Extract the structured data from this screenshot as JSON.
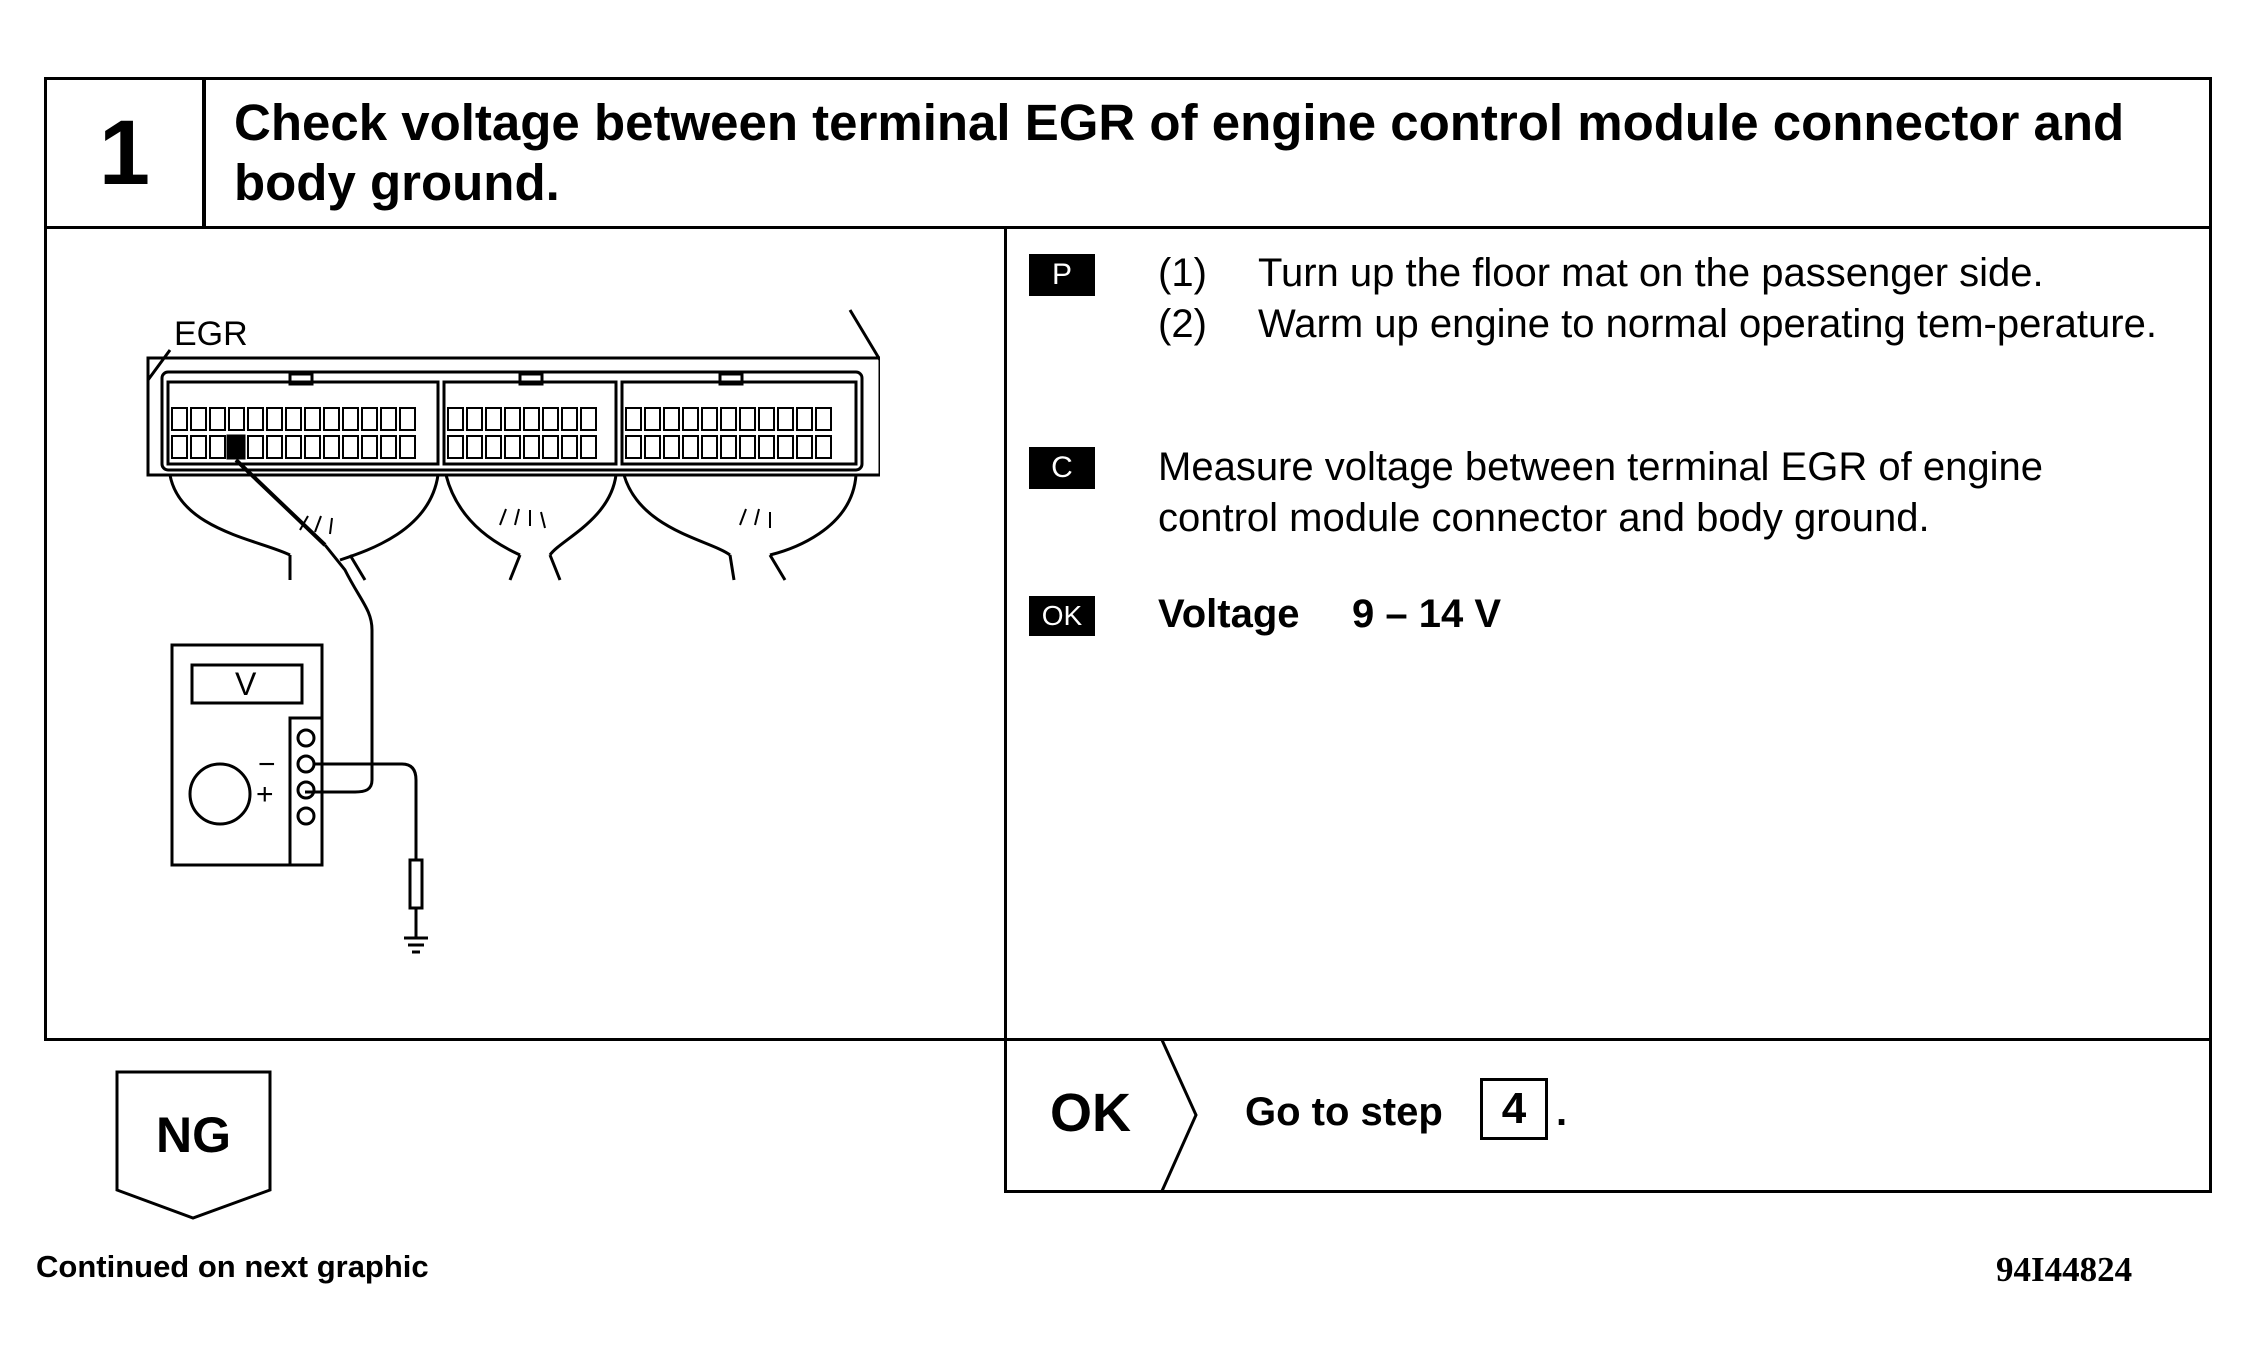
{
  "step": {
    "number": "1",
    "title": "Check voltage between terminal EGR of engine control module connector and body ground."
  },
  "diagram": {
    "terminal_label": "EGR",
    "meter_label": "V",
    "minus_label": "−",
    "plus_label": "+"
  },
  "preparation": {
    "badge": "P",
    "items": [
      {
        "num": "(1)",
        "text": "Turn up the floor mat on the passenger side."
      },
      {
        "num": "(2)",
        "text": "Warm up engine to normal operating tem-perature."
      }
    ]
  },
  "check": {
    "badge": "C",
    "text": "Measure voltage between terminal EGR of engine control module connector and body ground."
  },
  "ok_spec": {
    "badge": "OK",
    "label": "Voltage",
    "value": "9 – 14 V"
  },
  "result_ok": {
    "label": "OK",
    "action": "Go to step",
    "step_ref": "4",
    "trail": "."
  },
  "result_ng": {
    "label": "NG"
  },
  "footer": {
    "continued": "Continued on next graphic",
    "figure_id": "94I44824"
  }
}
